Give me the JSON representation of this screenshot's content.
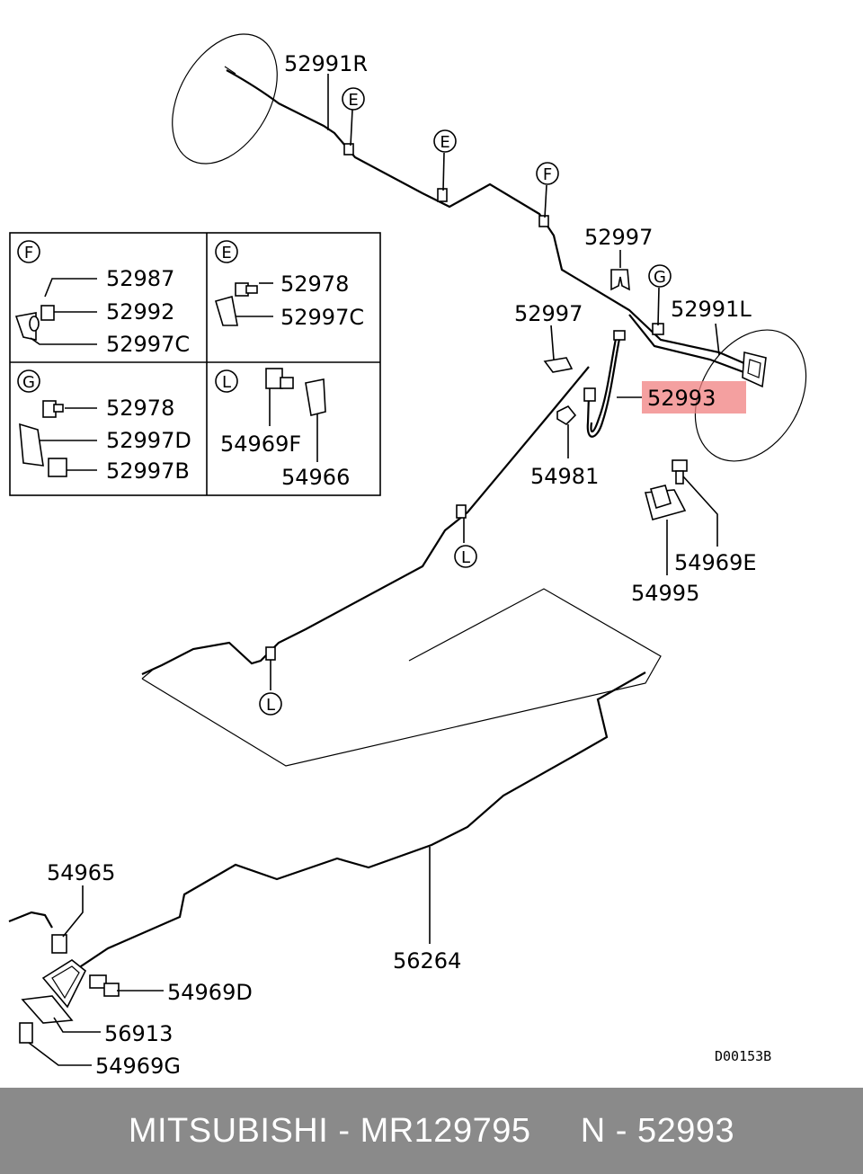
{
  "footer": {
    "brand": "MITSUBISHI",
    "part_number": "MR129795",
    "ref": "N - 52993",
    "separator": "-"
  },
  "diagram_code": "D00153B",
  "callouts": {
    "c52991R": "52991R",
    "c52991L": "52991L",
    "c52997a": "52997",
    "c52997b": "52997",
    "c52993": "52993",
    "c54981": "54981",
    "c54969E": "54969E",
    "c54995": "54995",
    "c54965": "54965",
    "c56264": "56264",
    "c54969D": "54969D",
    "c56913": "56913",
    "c54969G": "54969G"
  },
  "markers": {
    "E1": "E",
    "E2": "E",
    "F1": "F",
    "G1": "G",
    "L1": "L",
    "L2": "L"
  },
  "detail_boxes": {
    "F": {
      "key": "F",
      "p1": "52987",
      "p2": "52992",
      "p3": "52997C"
    },
    "E": {
      "key": "E",
      "p1": "52978",
      "p2": "52997C"
    },
    "G": {
      "key": "G",
      "p1": "52978",
      "p2": "52997D",
      "p3": "52997B"
    },
    "L": {
      "key": "L",
      "p1": "54969F",
      "p2": "54966"
    }
  },
  "highlight": {
    "part": "52993",
    "color": "#f08080"
  },
  "colors": {
    "footer_bg": "#8a8a8a",
    "footer_text": "#ffffff"
  }
}
